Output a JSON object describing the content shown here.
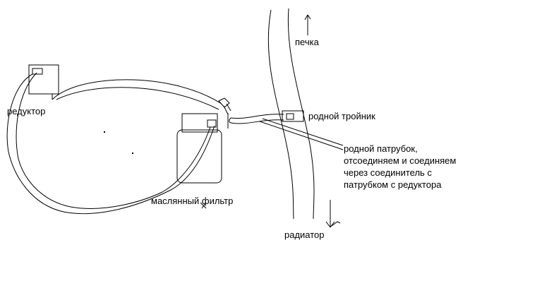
{
  "labels": {
    "pechka": "печка",
    "reduktor": "редуктор",
    "troynik": "родной тройник",
    "patrubok_lines": [
      "родной патрубок,",
      "отсоединяем и соединяем",
      "через соединитель с",
      "патрубком с редуктора"
    ],
    "filter": "маслянный фильтр",
    "radiator": "радиатор"
  },
  "style": {
    "stroke_color": "#000000",
    "background_color": "#ffffff"
  }
}
